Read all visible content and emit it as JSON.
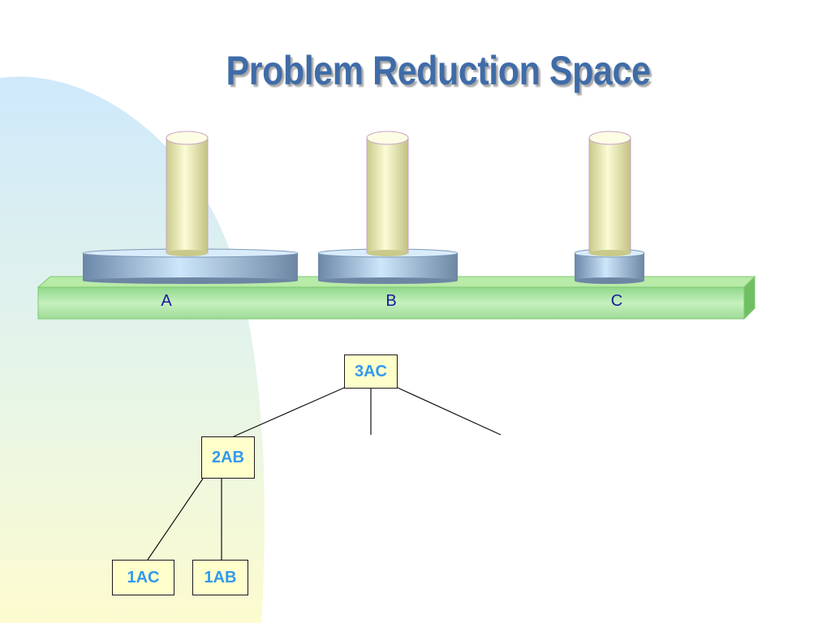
{
  "slide": {
    "title": "Problem Reduction Space"
  },
  "pegs": [
    {
      "label": "A"
    },
    {
      "label": "B"
    },
    {
      "label": "C"
    }
  ],
  "tree": {
    "nodes": [
      {
        "id": "n1",
        "label": "3AC"
      },
      {
        "id": "n2",
        "label": "2AB"
      },
      {
        "id": "n3",
        "label": "1AC"
      },
      {
        "id": "n4",
        "label": "1AB"
      }
    ]
  },
  "colors": {
    "title": "#3f6ca8",
    "node_fill": "#ffffcc",
    "node_text": "#3399ee",
    "base": "#a8e6a0",
    "peg": "#f2f2c0",
    "disk": "#a9cce8",
    "label_text": "#1a1a9a"
  }
}
